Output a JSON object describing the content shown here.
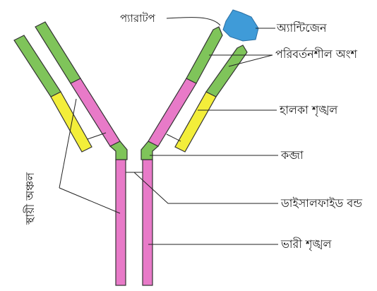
{
  "labels": {
    "paratope": "প্যারাটপ",
    "antigen": "অ্যান্টিজেন",
    "variable_region": "পরিবর্তনশীল অংশ",
    "light_chain": "হালকা শৃঙ্খল",
    "hinge": "কব্জা",
    "disulfide_bond": "ডাইসালফাইড বন্ড",
    "heavy_chain": "ভারী শৃঙ্খল",
    "constant_region": "স্থায়ী অঞ্চল"
  },
  "colors": {
    "heavy_chain": "#e87ac8",
    "light_chain": "#f3ee3a",
    "variable": "#7fc45a",
    "antigen": "#3f9bd8"
  }
}
